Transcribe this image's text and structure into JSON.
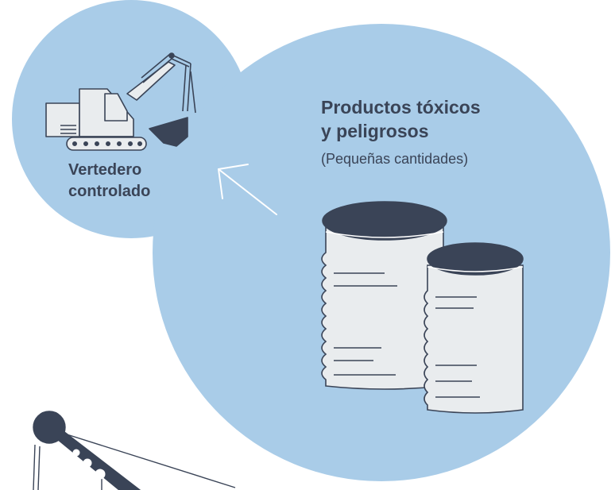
{
  "landfill": {
    "label_line1": "Vertedero",
    "label_line2": "controlado"
  },
  "toxic": {
    "title_line1": "Productos tóxicos",
    "title_line2": "y peligrosos",
    "subtitle": "(Pequeñas cantidades)"
  },
  "colors": {
    "bubble": "#a9cce8",
    "ink": "#3a4457",
    "can_body": "#e9ecee",
    "arrow": "#ffffff"
  },
  "icons": [
    "excavator-icon",
    "arrow-icon",
    "barrel-large-icon",
    "barrel-small-icon",
    "crane-icon"
  ]
}
